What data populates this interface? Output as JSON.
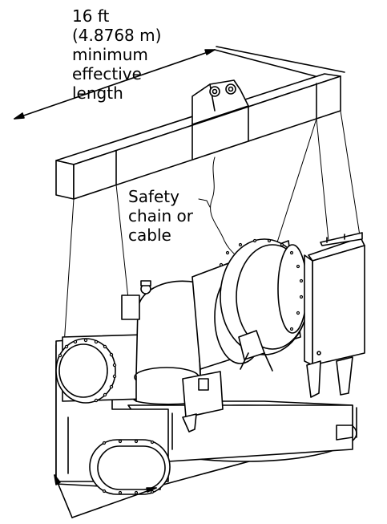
{
  "labels": {
    "beam_length": [
      "16 ft",
      "(4.8768 m)",
      "minimum",
      "effective",
      "length"
    ],
    "safety": [
      "Safety",
      "chain or",
      "cable"
    ]
  }
}
